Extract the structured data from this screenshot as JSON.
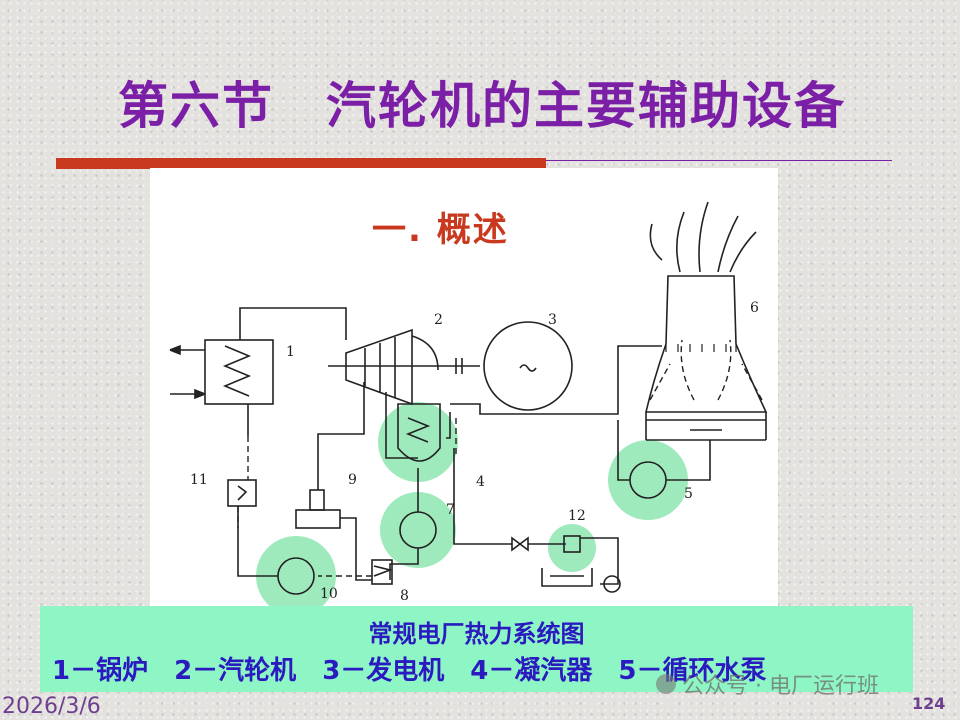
{
  "slide": {
    "title": "第六节　汽轮机的主要辅助设备",
    "section_heading": "一. 概述",
    "caption_title": "常规电厂热力系统图",
    "legend": [
      "1－锅炉",
      "2－汽轮机",
      "3－发电机",
      "4－凝汽器",
      "5－循环水泵"
    ],
    "date": "2026/3/6",
    "page_number": "124",
    "watermark": "公众号 · 电厂运行班"
  },
  "diagram": {
    "component_numbers": [
      "1",
      "2",
      "3",
      "4",
      "5",
      "6",
      "7",
      "8",
      "9",
      "10",
      "11",
      "12"
    ],
    "highlight_color": "#7fe3a6",
    "line_color": "#222222"
  }
}
